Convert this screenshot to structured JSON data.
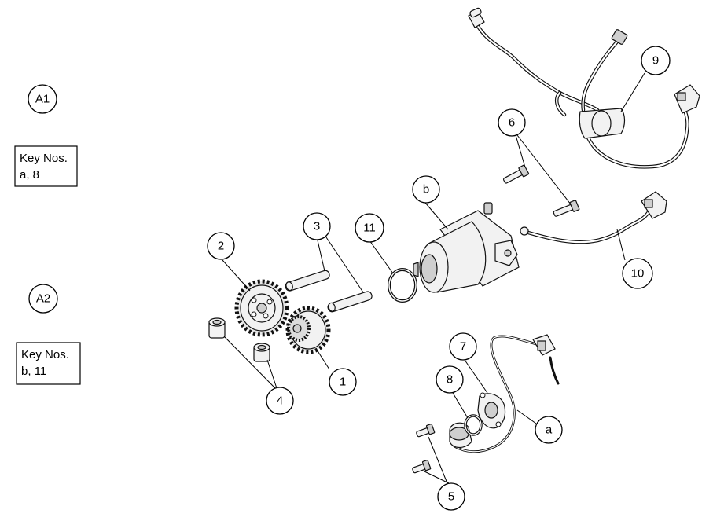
{
  "callouts": {
    "a1": "A1",
    "a2": "A2",
    "p1": "1",
    "p2": "2",
    "p3": "3",
    "p4": "4",
    "p5": "5",
    "p6": "6",
    "p7": "7",
    "p8": "8",
    "p9": "9",
    "p10": "10",
    "p11": "11",
    "pa": "a",
    "pb": "b"
  },
  "key_boxes": {
    "box1": {
      "title": "Key Nos.",
      "items": "a, 8"
    },
    "box2": {
      "title": "Key Nos.",
      "items": "b, 11"
    }
  },
  "parts": [
    {
      "ref": "1",
      "name": "starter-idle-gear"
    },
    {
      "ref": "2",
      "name": "starter-drive-gear"
    },
    {
      "ref": "3",
      "name": "gear-shaft"
    },
    {
      "ref": "4",
      "name": "bushing"
    },
    {
      "ref": "5",
      "name": "bolt"
    },
    {
      "ref": "6",
      "name": "bolt"
    },
    {
      "ref": "7",
      "name": "gasket-plate"
    },
    {
      "ref": "8",
      "name": "o-ring"
    },
    {
      "ref": "9",
      "name": "wire-harness"
    },
    {
      "ref": "10",
      "name": "cable"
    },
    {
      "ref": "11",
      "name": "o-ring"
    },
    {
      "ref": "a",
      "name": "sensor-assembly"
    },
    {
      "ref": "b",
      "name": "starter-motor"
    }
  ]
}
